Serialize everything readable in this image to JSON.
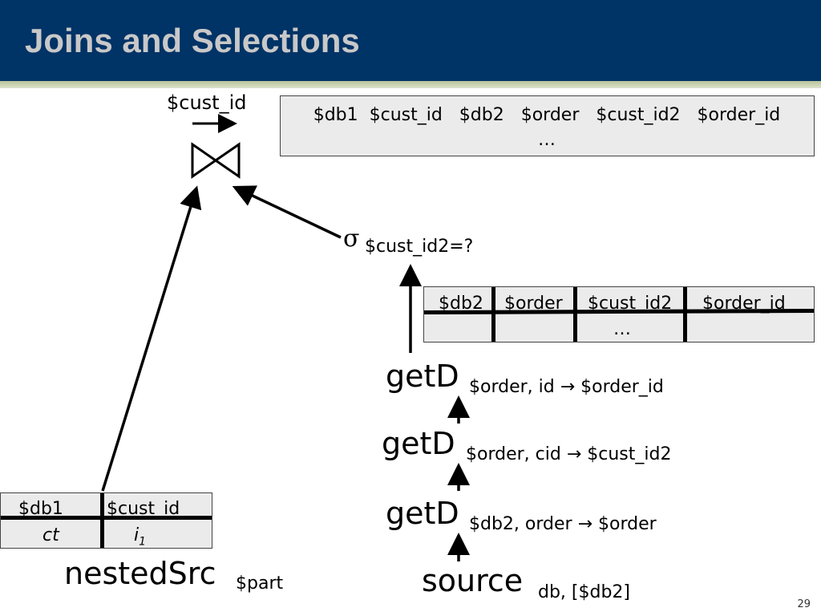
{
  "slide": {
    "title": "Joins and Selections",
    "page_number": "29"
  },
  "join": {
    "label": "$cust_id",
    "result_header": "$db1  $cust_id   $db2   $order   $cust_id2   $order_id",
    "result_row": "…"
  },
  "selection": {
    "sigma": "σ",
    "condition": "$cust_id2=?"
  },
  "getd_table": {
    "headers": [
      "$db2",
      "$order",
      "$cust_id2",
      "$order_id"
    ],
    "row": "…"
  },
  "ops": {
    "getd1": {
      "name": "getD",
      "args": "$order, id → $order_id"
    },
    "getd2": {
      "name": "getD",
      "args": "$order, cid → $cust_id2"
    },
    "getd3": {
      "name": "getD",
      "args": "$db2, order → $order"
    },
    "source": {
      "name": "source",
      "args": "db, [$db2]"
    }
  },
  "nested": {
    "name": "nestedSrc",
    "args": "$part",
    "headers": [
      "$db1",
      "$cust_id"
    ],
    "row": [
      "ct",
      "i",
      "1"
    ]
  }
}
